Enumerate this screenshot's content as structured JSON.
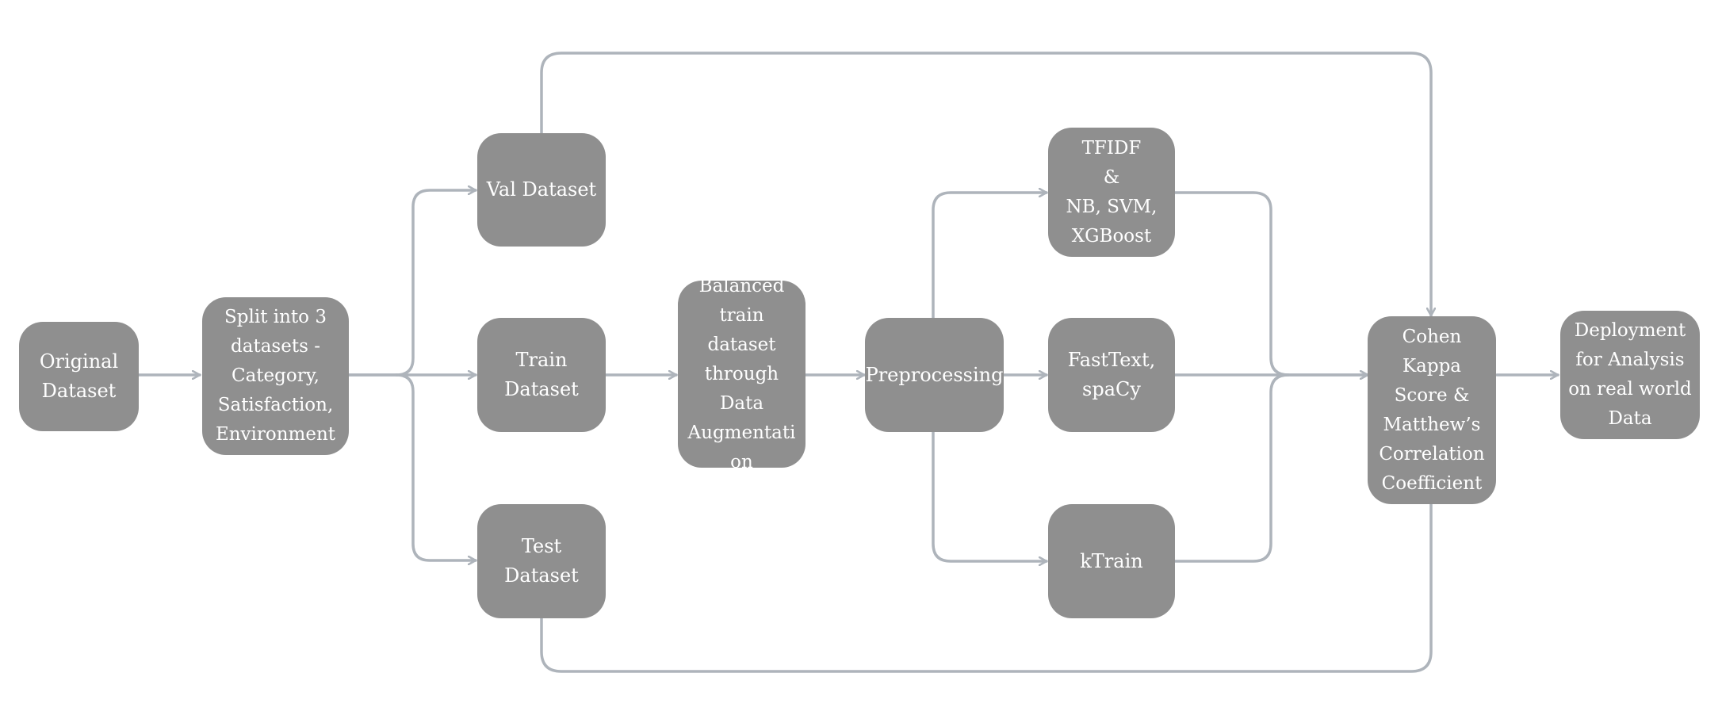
{
  "colors": {
    "node_fill": "#8f8f8f",
    "connector": "#aeb4bb",
    "text": "#ffffff",
    "background": "#ffffff"
  },
  "nodes": {
    "original_dataset": "Original\nDataset",
    "split": "Split into 3\ndatasets -\nCategory,\nSatisfaction,\nEnvironment",
    "val_dataset": "Val Dataset",
    "train_dataset": "Train\nDataset",
    "test_dataset": "Test Dataset",
    "balanced": "Balanced\ntrain dataset\nthrough\nData\nAugmentati\non",
    "preprocessing": "Preprocessing",
    "tfidf": "TFIDF\n&\nNB, SVM,\nXGBoost",
    "fasttext": "FastText,\nspaCy",
    "ktrain": "kTrain",
    "evaluation": "Cohen\nKappa\nScore &\nMatthew’s\nCorrelation\nCoefficient",
    "deployment": "Deployment\nfor Analysis\non real world\nData"
  }
}
